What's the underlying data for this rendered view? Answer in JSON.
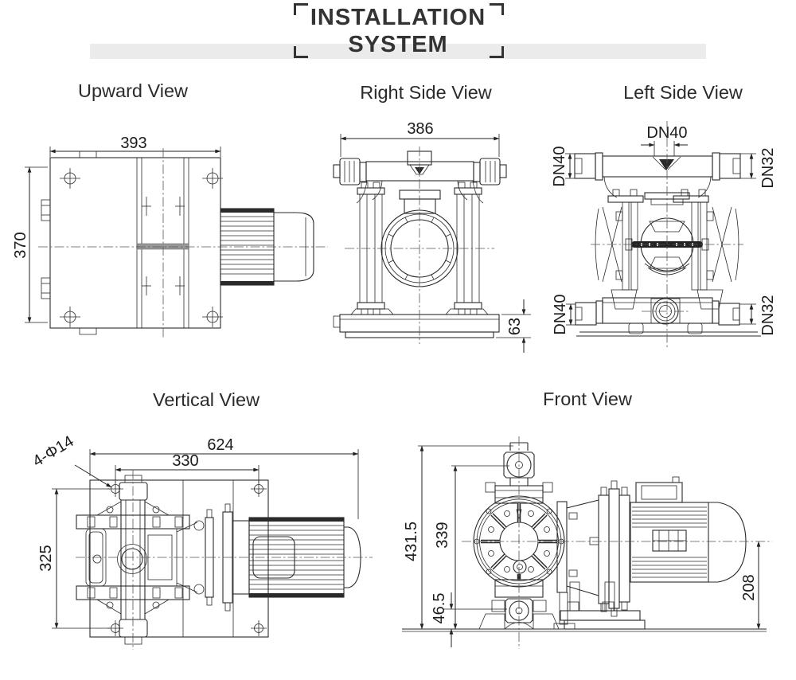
{
  "header": {
    "line1": "INSTALLATION",
    "line2": "SYSTEM"
  },
  "views": {
    "upward": {
      "title": "Upward View",
      "dim_width": "393",
      "dim_depth": "370"
    },
    "right_side": {
      "title": "Right Side View",
      "dim_width": "386",
      "dim_base_height": "63"
    },
    "left_side": {
      "title": "Left Side View",
      "port_top": "DN40",
      "port_left_top": "DN40",
      "port_right_top": "DN32",
      "port_left_bottom": "DN40",
      "port_right_bottom": "DN32"
    },
    "vertical": {
      "title": "Vertical View",
      "dim_overall": "624",
      "dim_inner": "330",
      "dim_depth": "325",
      "dim_holes": "4-Φ14"
    },
    "front": {
      "title": "Front View",
      "dim_overall_height": "431.5",
      "dim_inlet_height": "339",
      "dim_base_offset": "46.5",
      "dim_shaft_height": "208"
    }
  },
  "colors": {
    "line": "#2a2a2a",
    "accent_band": "#ebebeb"
  }
}
